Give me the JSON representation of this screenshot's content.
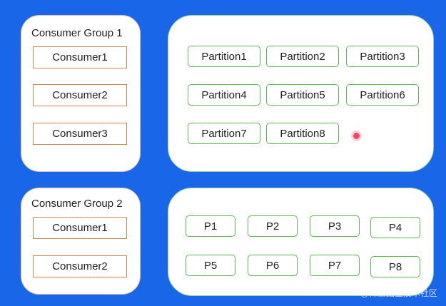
{
  "group1": {
    "title": "Consumer Group 1",
    "consumers": [
      "Consumer1",
      "Consumer2",
      "Consumer3"
    ],
    "partitions": [
      "Partition1",
      "Partition2",
      "Partition3",
      "Partition4",
      "Partition5",
      "Partition6",
      "Partition7",
      "Partition8"
    ]
  },
  "group2": {
    "title": "Consumer Group 2",
    "consumers": [
      "Consumer1",
      "Consumer2"
    ],
    "partitions": [
      "P1",
      "P2",
      "P3",
      "P4",
      "P5",
      "P6",
      "P7",
      "P8"
    ]
  },
  "watermark": "@稀土掘金技术社区",
  "colors": {
    "background": "#1a66e8",
    "consumer_border": "#d4854f",
    "partition_border": "#5fb454"
  }
}
